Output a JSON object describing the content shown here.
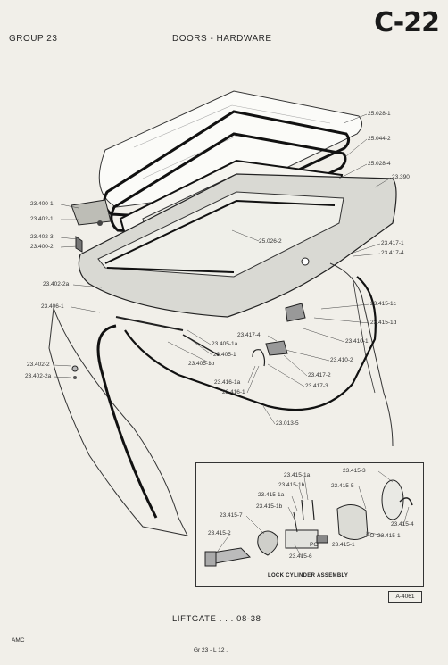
{
  "header": {
    "group": "GROUP 23",
    "section": "DOORS - HARDWARE",
    "page_code": "C-22"
  },
  "callouts": [
    "25.028-1",
    "25.044-2",
    "25.028-4",
    "23.390",
    "23.400-1",
    "23.402-1",
    "23.402-3",
    "23.400-2",
    "25.026-2",
    "23.417-1",
    "23.417-4",
    "23.402-2a",
    "23.406-1",
    "23.415-1c",
    "23.415-1d",
    "23.417-4",
    "23.405-1a",
    "23.405-1",
    "23.405-1b",
    "23.410-1",
    "23.410-2",
    "23.417-2",
    "23.417-3",
    "23.402-2",
    "23.402-2a",
    "23.416-1a",
    "23.416-1",
    "23.013-5"
  ],
  "inset": {
    "title": "LOCK CYLINDER ASSEMBLY",
    "callouts": [
      "23.415-1a",
      "23.415-1b",
      "23.415-1a",
      "23.415-1b",
      "23.415-3",
      "23.415-5",
      "23.415-7",
      "23.415-2",
      "23.415-6",
      "PO",
      "23.415-1",
      "PO",
      "23.415-1",
      "23.415-4"
    ]
  },
  "figure_ref": "A-4061",
  "caption": "LIFTGATE . . . 08-38",
  "footer": {
    "brand": "AMC",
    "page": "Gr 23 - L 12 ."
  }
}
